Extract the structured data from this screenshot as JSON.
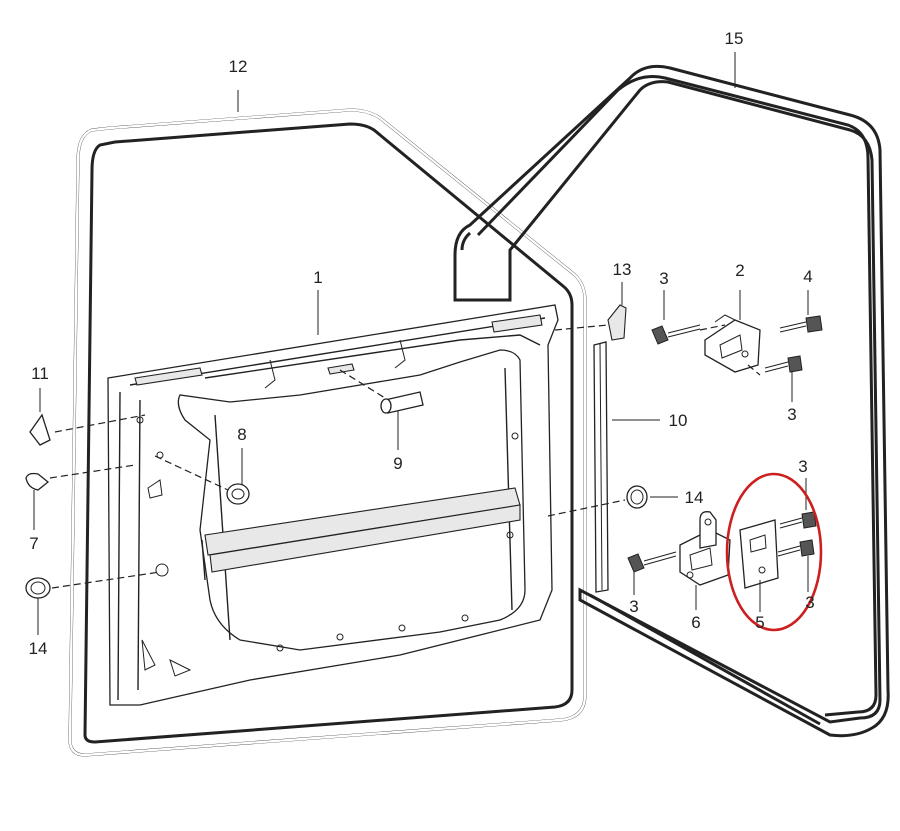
{
  "callouts": {
    "c1": "1",
    "c2": "2",
    "c3a": "3",
    "c3b": "3",
    "c3c": "3",
    "c3d": "3",
    "c3e": "3",
    "c4": "4",
    "c5": "5",
    "c6": "6",
    "c7": "7",
    "c8": "8",
    "c9": "9",
    "c10": "10",
    "c11": "11",
    "c12": "12",
    "c13": "13",
    "c14a": "14",
    "c14b": "14",
    "c15": "15"
  },
  "highlight": {
    "color": "#cc1f1f"
  }
}
